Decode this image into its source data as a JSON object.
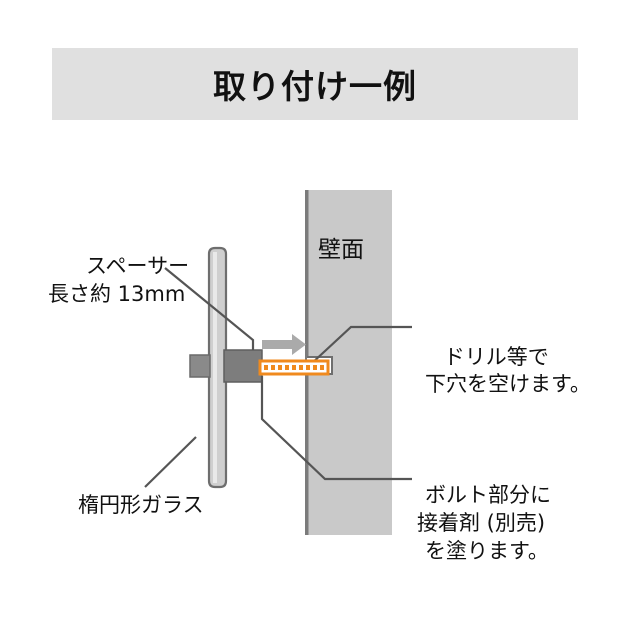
{
  "banner": {
    "title": "取り付け一例",
    "bg_color": "#e0e0e0",
    "text_color": "#111111"
  },
  "diagram": {
    "labels": {
      "spacer": {
        "line1": "スペーサー",
        "line2": "長さ約 13mm"
      },
      "wall": "壁面",
      "drill": {
        "line1": "ドリル等で",
        "line2": "下穴を空けます。"
      },
      "bolt": {
        "line1": "ボルト部分に",
        "line2": "接着剤 (別売)",
        "line3": "を塗ります。"
      },
      "glass": "楕円形ガラス"
    },
    "colors": {
      "wall_fill": "#c9c9c9",
      "wall_edge": "#767676",
      "glass_fill": "#cfcfcf",
      "glass_edge": "#6e6e6e",
      "spacer_fill": "#8a8a8a",
      "cap_fill": "#8a8a8a",
      "bolt_outline": "#f08a1e",
      "bolt_fill": "#ffffff",
      "arrow_fill": "#aaaaaa",
      "leader_line": "#555555"
    },
    "parts": [
      "oval-glass-plate",
      "spacer-block",
      "cap-nut",
      "bolt-with-adhesive",
      "wall-section",
      "pilot-hole",
      "insertion-arrow"
    ]
  }
}
